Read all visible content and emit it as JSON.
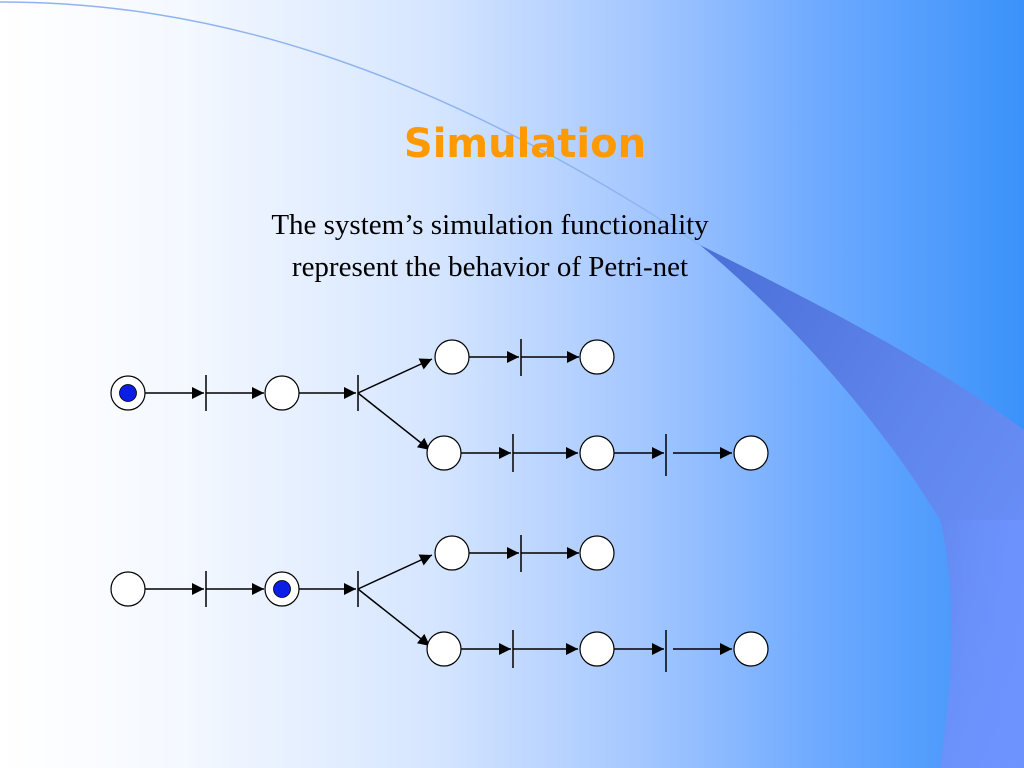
{
  "slide": {
    "title": "Simulation",
    "subtitle_lines": [
      "The system’s simulation functionality",
      "represent the behavior of Petri-net"
    ]
  },
  "colors": {
    "title": "#ff9900",
    "token": "#0a1ee6",
    "place_fill": "#ffffff",
    "stroke": "#000000",
    "background_right": "#3a92fa",
    "swoosh": "#5a7fe0"
  },
  "petri_nets": [
    {
      "id": "net-before",
      "places": [
        "p1",
        "p2",
        "p3",
        "p4",
        "p5",
        "p6",
        "p7"
      ],
      "transitions": [
        "t1",
        "t2",
        "t3",
        "t4",
        "t5"
      ],
      "arcs": [
        [
          "p1",
          "t1"
        ],
        [
          "t1",
          "p2"
        ],
        [
          "p2",
          "t2"
        ],
        [
          "t2",
          "p3"
        ],
        [
          "t2",
          "p5"
        ],
        [
          "p3",
          "t3"
        ],
        [
          "t3",
          "p4"
        ],
        [
          "p5",
          "t4"
        ],
        [
          "t4",
          "p6"
        ],
        [
          "p6",
          "t5"
        ],
        [
          "t5",
          "p7"
        ]
      ],
      "marked_places": [
        "p1"
      ]
    },
    {
      "id": "net-after",
      "places": [
        "p1",
        "p2",
        "p3",
        "p4",
        "p5",
        "p6",
        "p7"
      ],
      "transitions": [
        "t1",
        "t2",
        "t3",
        "t4",
        "t5"
      ],
      "arcs": [
        [
          "p1",
          "t1"
        ],
        [
          "t1",
          "p2"
        ],
        [
          "p2",
          "t2"
        ],
        [
          "t2",
          "p3"
        ],
        [
          "t2",
          "p5"
        ],
        [
          "p3",
          "t3"
        ],
        [
          "t3",
          "p4"
        ],
        [
          "p5",
          "t4"
        ],
        [
          "t4",
          "p6"
        ],
        [
          "p6",
          "t5"
        ],
        [
          "t5",
          "p7"
        ]
      ],
      "marked_places": [
        "p2"
      ]
    }
  ]
}
